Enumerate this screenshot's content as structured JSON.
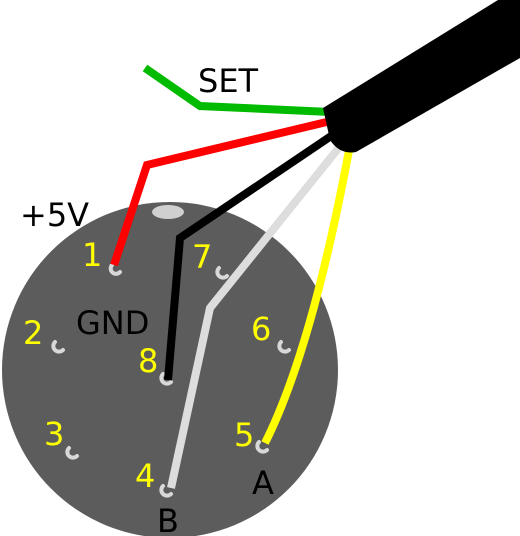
{
  "colors": {
    "connector_body": "#5c5c5c",
    "pin_socket": "#d8d8d8",
    "cable_jacket": "#000000",
    "wire_set": "#00bb00",
    "wire_5v": "#ff0000",
    "wire_gnd": "#000000",
    "wire_b": "#dddddd",
    "wire_a": "#ffff00",
    "pin_number": "#ffff00",
    "signal_label": "#000000"
  },
  "signal_labels": {
    "set": "SET",
    "plus5v": "+5V",
    "gnd": "GND",
    "a": "A",
    "b": "B"
  },
  "pins": {
    "p1": "1",
    "p2": "2",
    "p3": "3",
    "p4": "4",
    "p5": "5",
    "p6": "6",
    "p7": "7",
    "p8": "8"
  }
}
